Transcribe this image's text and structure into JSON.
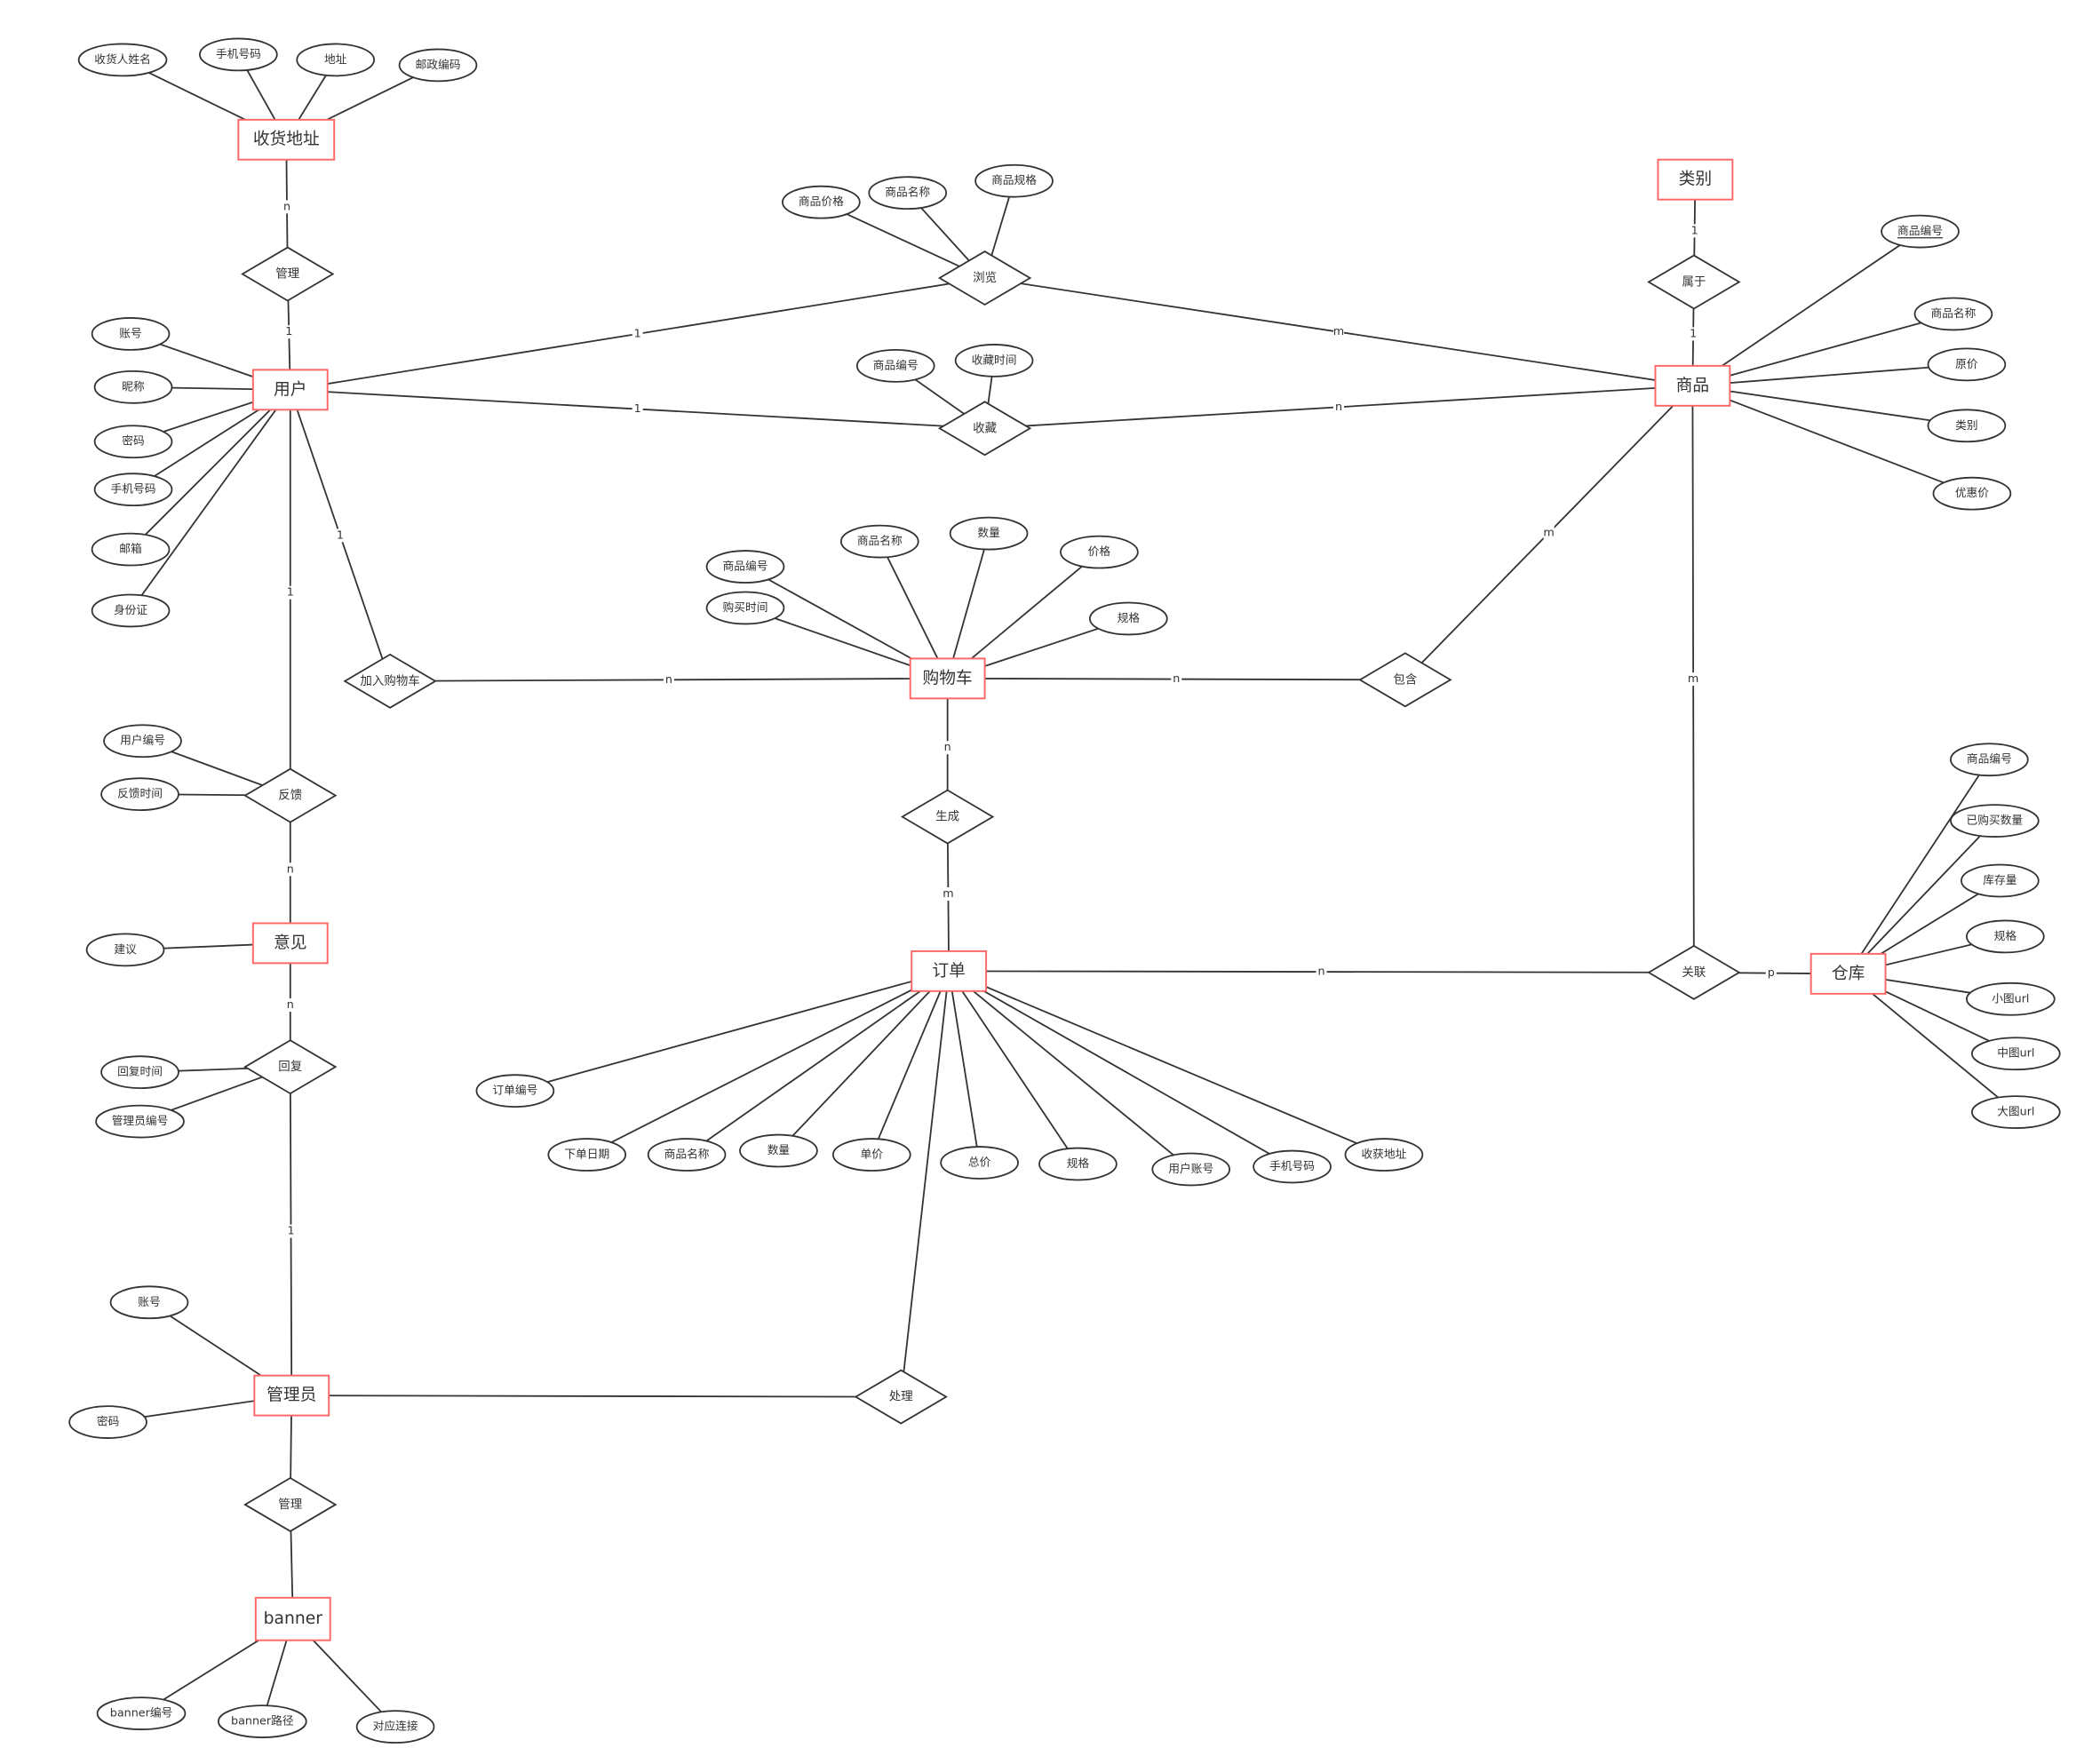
{
  "diagram": {
    "type": "ER diagram",
    "colors": {
      "entity_border": "#ff6666",
      "line": "#333333"
    },
    "entities": [
      {
        "id": "addr",
        "label": "收货地址"
      },
      {
        "id": "user",
        "label": "用户"
      },
      {
        "id": "category",
        "label": "类别"
      },
      {
        "id": "goods",
        "label": "商品"
      },
      {
        "id": "cart",
        "label": "购物车"
      },
      {
        "id": "order",
        "label": "订单"
      },
      {
        "id": "warehouse",
        "label": "仓库"
      },
      {
        "id": "opinion",
        "label": "意见"
      },
      {
        "id": "admin",
        "label": "管理员"
      },
      {
        "id": "banner",
        "label": "banner"
      }
    ],
    "relationships": [
      {
        "id": "r_manage_addr",
        "label": "管理"
      },
      {
        "id": "r_browse",
        "label": "浏览"
      },
      {
        "id": "r_fav",
        "label": "收藏"
      },
      {
        "id": "r_belong",
        "label": "属于"
      },
      {
        "id": "r_addcart",
        "label": "加入购物车"
      },
      {
        "id": "r_contain",
        "label": "包含"
      },
      {
        "id": "r_generate",
        "label": "生成"
      },
      {
        "id": "r_feedback",
        "label": "反馈"
      },
      {
        "id": "r_reply",
        "label": "回复"
      },
      {
        "id": "r_link",
        "label": "关联"
      },
      {
        "id": "r_handle",
        "label": "处理"
      },
      {
        "id": "r_manage_banner",
        "label": "管理"
      }
    ],
    "attributes": [
      {
        "id": "a_addr1",
        "owner": "addr",
        "label": "收货人姓名"
      },
      {
        "id": "a_addr2",
        "owner": "addr",
        "label": "手机号码"
      },
      {
        "id": "a_addr3",
        "owner": "addr",
        "label": "地址"
      },
      {
        "id": "a_addr4",
        "owner": "addr",
        "label": "邮政编码"
      },
      {
        "id": "a_user1",
        "owner": "user",
        "label": "账号"
      },
      {
        "id": "a_user2",
        "owner": "user",
        "label": "昵称"
      },
      {
        "id": "a_user3",
        "owner": "user",
        "label": "密码"
      },
      {
        "id": "a_user4",
        "owner": "user",
        "label": "手机号码"
      },
      {
        "id": "a_user5",
        "owner": "user",
        "label": "邮箱"
      },
      {
        "id": "a_user6",
        "owner": "user",
        "label": "身份证"
      },
      {
        "id": "a_br1",
        "owner": "r_browse",
        "label": "商品价格"
      },
      {
        "id": "a_br2",
        "owner": "r_browse",
        "label": "商品名称"
      },
      {
        "id": "a_br3",
        "owner": "r_browse",
        "label": "商品规格"
      },
      {
        "id": "a_fav1",
        "owner": "r_fav",
        "label": "商品编号"
      },
      {
        "id": "a_fav2",
        "owner": "r_fav",
        "label": "收藏时间"
      },
      {
        "id": "a_g1",
        "owner": "goods",
        "label": "商品编号",
        "key": true
      },
      {
        "id": "a_g2",
        "owner": "goods",
        "label": "商品名称"
      },
      {
        "id": "a_g3",
        "owner": "goods",
        "label": "原价"
      },
      {
        "id": "a_g4",
        "owner": "goods",
        "label": "类别"
      },
      {
        "id": "a_g5",
        "owner": "goods",
        "label": "优惠价"
      },
      {
        "id": "a_c1",
        "owner": "cart",
        "label": "商品编号"
      },
      {
        "id": "a_c2",
        "owner": "cart",
        "label": "购买时间"
      },
      {
        "id": "a_c3",
        "owner": "cart",
        "label": "商品名称"
      },
      {
        "id": "a_c4",
        "owner": "cart",
        "label": "数量"
      },
      {
        "id": "a_c5",
        "owner": "cart",
        "label": "价格"
      },
      {
        "id": "a_c6",
        "owner": "cart",
        "label": "规格"
      },
      {
        "id": "a_fb1",
        "owner": "r_feedback",
        "label": "用户编号"
      },
      {
        "id": "a_fb2",
        "owner": "r_feedback",
        "label": "反馈时间"
      },
      {
        "id": "a_op1",
        "owner": "opinion",
        "label": "建议"
      },
      {
        "id": "a_rp1",
        "owner": "r_reply",
        "label": "回复时间"
      },
      {
        "id": "a_rp2",
        "owner": "r_reply",
        "label": "管理员编号"
      },
      {
        "id": "a_o1",
        "owner": "order",
        "label": "订单编号"
      },
      {
        "id": "a_o2",
        "owner": "order",
        "label": "下单日期"
      },
      {
        "id": "a_o3",
        "owner": "order",
        "label": "商品名称"
      },
      {
        "id": "a_o4",
        "owner": "order",
        "label": "数量"
      },
      {
        "id": "a_o5",
        "owner": "order",
        "label": "单价"
      },
      {
        "id": "a_o6",
        "owner": "order",
        "label": "总价"
      },
      {
        "id": "a_o7",
        "owner": "order",
        "label": "规格"
      },
      {
        "id": "a_o8",
        "owner": "order",
        "label": "用户账号"
      },
      {
        "id": "a_o9",
        "owner": "order",
        "label": "手机号码"
      },
      {
        "id": "a_o10",
        "owner": "order",
        "label": "收获地址"
      },
      {
        "id": "a_w1",
        "owner": "warehouse",
        "label": "商品编号"
      },
      {
        "id": "a_w2",
        "owner": "warehouse",
        "label": "已购买数量"
      },
      {
        "id": "a_w3",
        "owner": "warehouse",
        "label": "库存量"
      },
      {
        "id": "a_w4",
        "owner": "warehouse",
        "label": "规格"
      },
      {
        "id": "a_w5",
        "owner": "warehouse",
        "label": "小图url"
      },
      {
        "id": "a_w6",
        "owner": "warehouse",
        "label": "中图url"
      },
      {
        "id": "a_w7",
        "owner": "warehouse",
        "label": "大图url"
      },
      {
        "id": "a_ad1",
        "owner": "admin",
        "label": "账号"
      },
      {
        "id": "a_ad2",
        "owner": "admin",
        "label": "密码"
      },
      {
        "id": "a_b1",
        "owner": "banner",
        "label": "banner编号"
      },
      {
        "id": "a_b2",
        "owner": "banner",
        "label": "banner路径"
      },
      {
        "id": "a_b3",
        "owner": "banner",
        "label": "对应连接"
      }
    ],
    "relationship_edges": [
      {
        "from": "addr",
        "to": "r_manage_addr",
        "card": "n"
      },
      {
        "from": "r_manage_addr",
        "to": "user",
        "card": "1"
      },
      {
        "from": "user",
        "to": "r_browse",
        "card": "1"
      },
      {
        "from": "r_browse",
        "to": "goods",
        "card": "m"
      },
      {
        "from": "user",
        "to": "r_fav",
        "card": "1"
      },
      {
        "from": "r_fav",
        "to": "goods",
        "card": "n"
      },
      {
        "from": "category",
        "to": "r_belong",
        "card": "1"
      },
      {
        "from": "r_belong",
        "to": "goods",
        "card": "1"
      },
      {
        "from": "user",
        "to": "r_addcart",
        "card": "1"
      },
      {
        "from": "r_addcart",
        "to": "cart",
        "card": "n"
      },
      {
        "from": "cart",
        "to": "r_contain",
        "card": "n"
      },
      {
        "from": "r_contain",
        "to": "goods",
        "card": "m"
      },
      {
        "from": "cart",
        "to": "r_generate",
        "card": "n"
      },
      {
        "from": "r_generate",
        "to": "order",
        "card": "m"
      },
      {
        "from": "user",
        "to": "r_feedback",
        "card": "1"
      },
      {
        "from": "r_feedback",
        "to": "opinion",
        "card": "n"
      },
      {
        "from": "opinion",
        "to": "r_reply",
        "card": "n"
      },
      {
        "from": "r_reply",
        "to": "admin",
        "card": "1"
      },
      {
        "from": "goods",
        "to": "r_link",
        "card": "m"
      },
      {
        "from": "order",
        "to": "r_link",
        "card": "n"
      },
      {
        "from": "r_link",
        "to": "warehouse",
        "card": "p"
      },
      {
        "from": "admin",
        "to": "r_handle",
        "card": ""
      },
      {
        "from": "r_handle",
        "to": "order",
        "card": ""
      },
      {
        "from": "admin",
        "to": "r_manage_banner",
        "card": ""
      },
      {
        "from": "r_manage_banner",
        "to": "banner",
        "card": ""
      }
    ]
  }
}
